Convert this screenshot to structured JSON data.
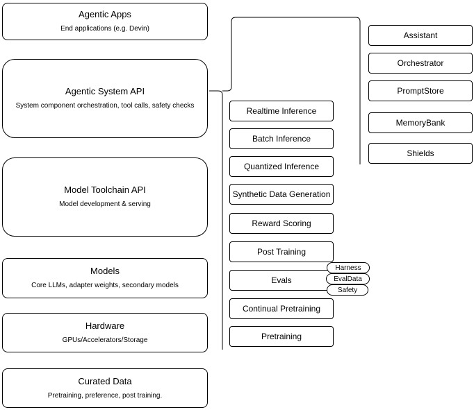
{
  "diagram": {
    "left_stack": [
      {
        "title": "Agentic Apps",
        "subtitle": "End applications (e.g. Devin)"
      },
      {
        "title": "Agentic System API",
        "subtitle": "System component orchestration, tool calls, safety checks"
      },
      {
        "title": "Model Toolchain API",
        "subtitle": "Model development & serving"
      },
      {
        "title": "Models",
        "subtitle": "Core LLMs, adapter weights, secondary models"
      },
      {
        "title": "Hardware",
        "subtitle": "GPUs/Accelerators/Storage"
      },
      {
        "title": "Curated Data",
        "subtitle": "Pretraining, preference, post training."
      }
    ],
    "toolchain_components": [
      "Realtime Inference",
      "Batch Inference",
      "Quantized Inference",
      "Synthetic Data Generation",
      "Reward Scoring",
      "Post Training",
      "Evals",
      "Continual Pretraining",
      "Pretraining"
    ],
    "evals_subcomponents": [
      "Harness",
      "EvalData",
      "Safety"
    ],
    "agentic_components": [
      "Assistant",
      "Orchestrator",
      "PromptStore",
      "MemoryBank",
      "Shields"
    ],
    "colors": {
      "background": "#ffffff",
      "box_fill": "#ffffff",
      "border": "#000000",
      "text": "#000000"
    }
  }
}
